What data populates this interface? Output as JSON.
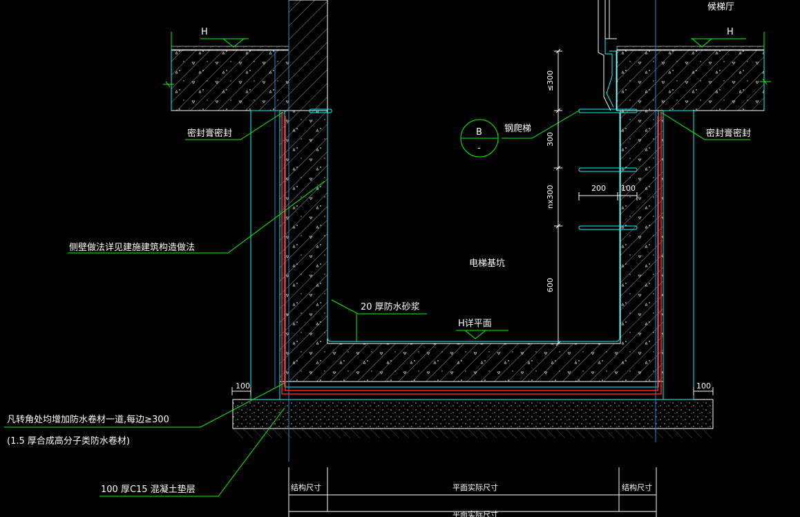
{
  "labels": {
    "top_right_room": "候梯厅",
    "level_left": "H",
    "level_right": "H",
    "seal_left": "密封膏密封",
    "seal_right": "密封膏密封",
    "steel_ladder": "钢爬梯",
    "detail_letter": "B",
    "detail_sheet": "-",
    "side_wall_note": "侧壁做法详见建施建筑构造做法",
    "pit_name": "电梯基坑",
    "mortar_note": "20 厚防水砂浆",
    "pit_floor_level": "H详平面",
    "corner_note_1": "凡转角处均增加防水卷材一道,每边≥300",
    "corner_note_2": "(1.5 厚合成高分子类防水卷材)",
    "cushion_note": "100 厚C15 混凝土垫层",
    "dim_top": "≤300",
    "dim_300": "300",
    "dim_nx300": "nx300",
    "dim_600": "600",
    "dim_200": "200",
    "dim_100_ladder": "100",
    "dim_100_left": "100",
    "dim_100_right": "100",
    "struct_left": "结构尺寸",
    "plan_size": "平面实际尺寸",
    "struct_right": "结构尺寸",
    "bottom_cut": "平面实际尺寸"
  },
  "colors": {
    "concrete": "#ffffff",
    "outline": "#00ffff",
    "leader": "#00ff00",
    "membrane": "#ff0000",
    "text": "#ffffff",
    "dimension": "#ffffff"
  }
}
